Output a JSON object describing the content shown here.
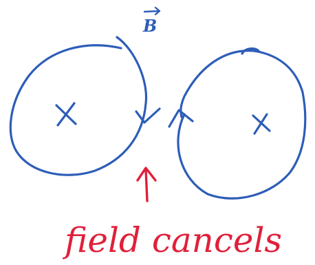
{
  "diagram": {
    "field_label": "B",
    "caption": "field cancels",
    "colors": {
      "field_lines": "#2d5db8",
      "annotation": "#e0203a",
      "background": "#ffffff"
    },
    "wires": [
      {
        "id": "left",
        "current_direction": "into-page",
        "symbol": "×"
      },
      {
        "id": "right",
        "current_direction": "into-page",
        "symbol": "×"
      }
    ],
    "icons": {
      "field_vector_arrow": "vector-arrow-icon",
      "left_loop_arrow": "down-arrowhead-icon",
      "right_loop_arrow": "up-arrowhead-icon",
      "pointer": "up-arrow-icon"
    }
  }
}
